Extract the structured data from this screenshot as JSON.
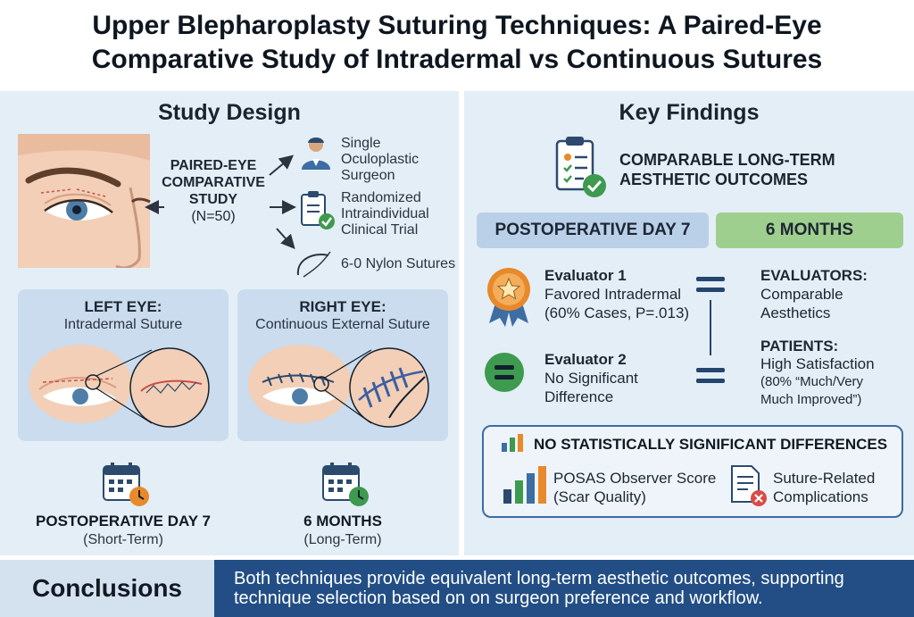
{
  "title": {
    "line1": "Upper Blepharoplasty Suturing Techniques: A Paired-Eye",
    "line2": "Comparative Study of Intradermal vs Continuous Sutures"
  },
  "study_design": {
    "heading": "Study Design",
    "center_label": [
      "PAIRED-EYE",
      "COMPARATIVE",
      "STUDY"
    ],
    "n_label": "(N=50)",
    "items": [
      {
        "icon": "surgeon-icon",
        "lines": [
          "Single",
          "Oculoplastic",
          "Surgeon"
        ]
      },
      {
        "icon": "clipboard-check-icon",
        "lines": [
          "Randomized",
          "Intraindividual",
          "Clinical Trial"
        ]
      },
      {
        "icon": "needle-suture-icon",
        "lines": [
          "6-0 Nylon Sutures"
        ]
      }
    ],
    "left_eye": {
      "title": "LEFT EYE:",
      "subtitle": "Intradermal Suture"
    },
    "right_eye": {
      "title": "RIGHT EYE:",
      "subtitle": "Continuous External Suture"
    },
    "timepoints": [
      {
        "icon": "calendar-clock-icon",
        "label": "POSTOPERATIVE DAY 7",
        "sub": "(Short-Term)"
      },
      {
        "icon": "calendar-clock-icon",
        "label": "6 MONTHS",
        "sub": "(Long-Term)"
      }
    ]
  },
  "key_findings": {
    "heading": "Key Findings",
    "headline": [
      "COMPARABLE LONG-TERM",
      "AESTHETIC OUTCOMES"
    ],
    "tab_day7": "POSTOPERATIVE DAY 7",
    "tab_6m": "6 MONTHS",
    "evaluator1": {
      "title": "Evaluator 1",
      "line1": "Favored Intradermal",
      "line2": "(60% Cases, P=.013)"
    },
    "evaluator2": {
      "title": "Evaluator 2",
      "line1": "No Significant",
      "line2": "Difference"
    },
    "evaluators_6m": {
      "title": "EVALUATORS:",
      "line1": "Comparable",
      "line2": "Aesthetics"
    },
    "patients_6m": {
      "title": "PATIENTS:",
      "line1": "High Satisfaction",
      "line2": "(80% “Much/Very",
      "line3": "Much Improved”)"
    },
    "box": {
      "title": "NO STATISTICALLY SIGNIFICANT DIFFERENCES",
      "item1": [
        "POSAS Observer Score",
        "(Scar Quality)"
      ],
      "item2": [
        "Suture-Related",
        "Complications"
      ]
    }
  },
  "conclusion": {
    "label": "Conclusions",
    "line1": "Both techniques provide equivalent long-term aesthetic outcomes, supporting",
    "line2": "technique selection based on on surgeon preference and workflow."
  },
  "colors": {
    "panel_bg": "#e4eef7",
    "tab_blue": "#b9d0e8",
    "tab_green": "#9fcf8e",
    "navy": "#224e85",
    "accent_orange": "#e8892b",
    "accent_green": "#3e9a4e"
  }
}
